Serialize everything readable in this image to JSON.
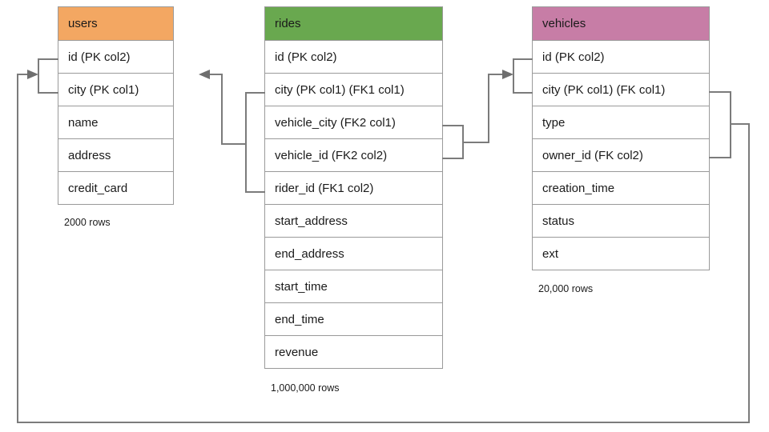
{
  "diagram": {
    "title": "",
    "colors": {
      "users_header": "#f3a762",
      "rides_header": "#69a84f",
      "vehicles_header": "#c77da6",
      "table_border": "#9a9a9a",
      "wire": "#7b7b7b",
      "background": "#ffffff"
    }
  },
  "tables": [
    {
      "id": "users",
      "name": "users",
      "header_color": "#f3a762",
      "row_count_label": "2000 rows",
      "columns": [
        "id (PK col2)",
        "city (PK col1)",
        "name",
        "address",
        "credit_card"
      ]
    },
    {
      "id": "rides",
      "name": "rides",
      "header_color": "#69a84f",
      "row_count_label": "1,000,000 rows",
      "columns": [
        "id (PK col2)",
        "city (PK col1) (FK1 col1)",
        "vehicle_city (FK2 col1)",
        "vehicle_id (FK2 col2)",
        "rider_id (FK1 col2)",
        "start_address",
        "end_address",
        "start_time",
        "end_time",
        "revenue"
      ]
    },
    {
      "id": "vehicles",
      "name": "vehicles",
      "header_color": "#c77da6",
      "row_count_label": "20,000 rows",
      "columns": [
        "id (PK col2)",
        "city (PK col1) (FK col1)",
        "type",
        "owner_id (FK col2)",
        "creation_time",
        "status",
        "ext"
      ]
    }
  ],
  "relationships": [
    {
      "id": "rides-fk1-users",
      "from_table": "rides",
      "from_columns": [
        "city (PK col1) (FK1 col1)",
        "rider_id (FK1 col2)"
      ],
      "to_table": "users",
      "to_columns": [
        "id (PK col2)",
        "city (PK col1)"
      ],
      "label": "FK1"
    },
    {
      "id": "rides-fk2-vehicles",
      "from_table": "rides",
      "from_columns": [
        "vehicle_city (FK2 col1)",
        "vehicle_id (FK2 col2)"
      ],
      "to_table": "vehicles",
      "to_columns": [
        "id (PK col2)",
        "city (PK col1) (FK col1)"
      ],
      "label": "FK2"
    },
    {
      "id": "vehicles-fk-users",
      "from_table": "vehicles",
      "from_columns": [
        "city (PK col1) (FK col1)",
        "owner_id (FK col2)"
      ],
      "to_table": "users",
      "to_columns": [
        "id (PK col2)",
        "city (PK col1)"
      ],
      "label": "FK"
    }
  ]
}
